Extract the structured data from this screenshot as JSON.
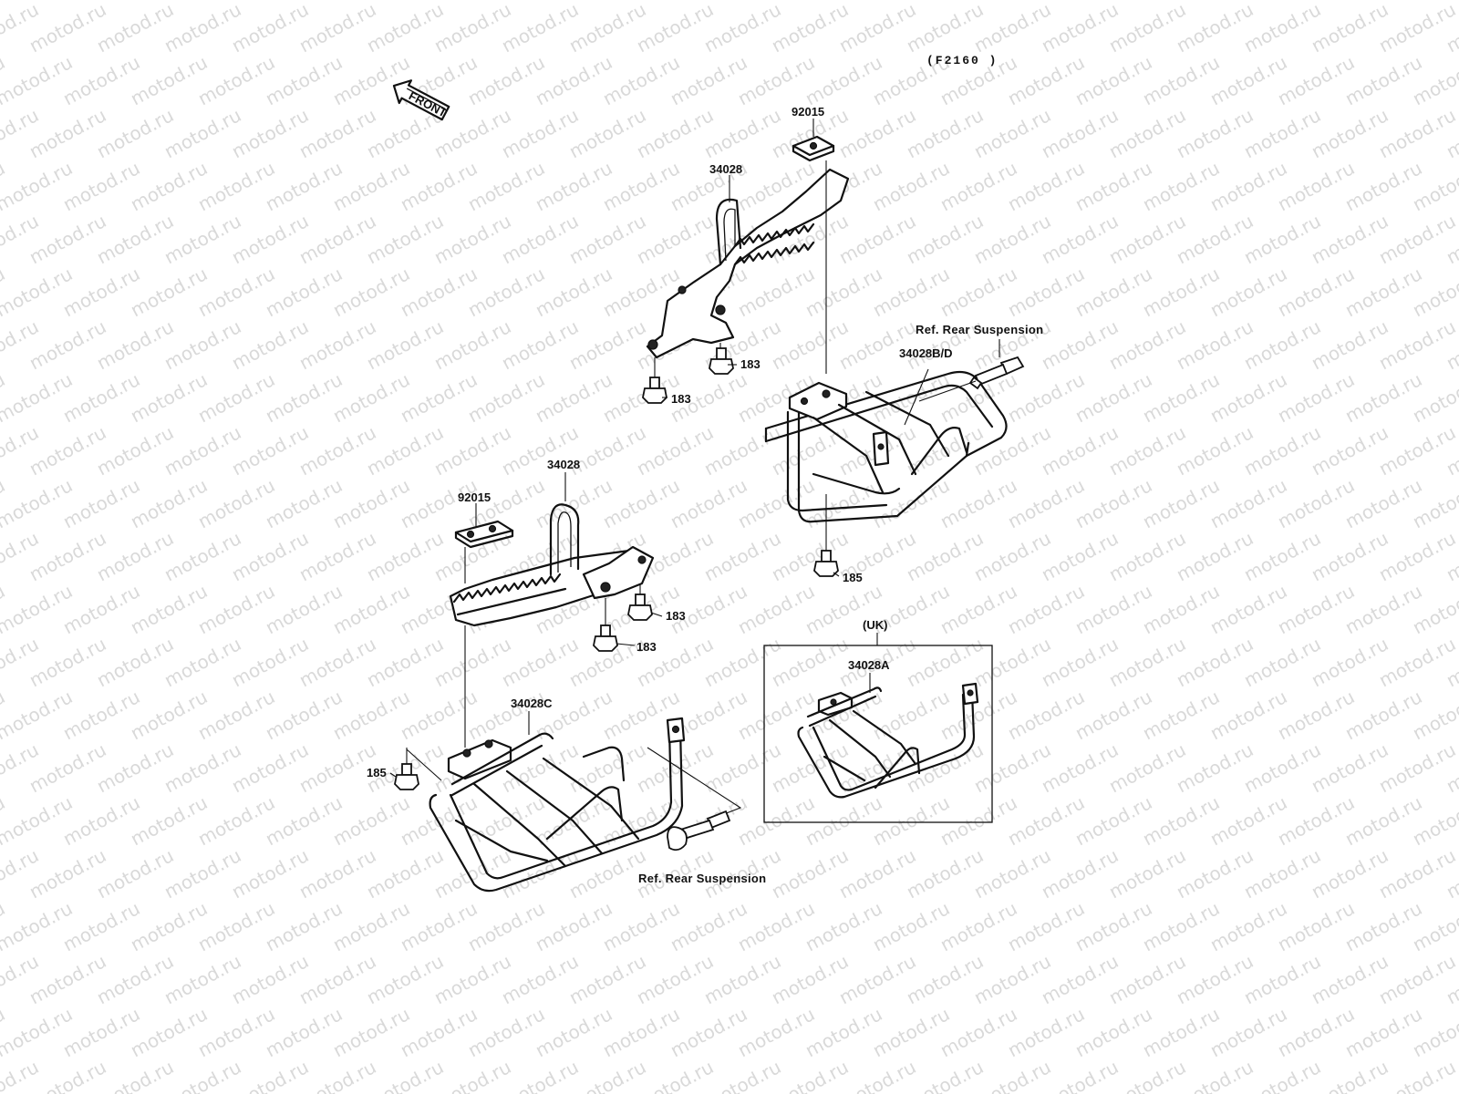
{
  "diagram_code": "(F2160 )",
  "front_marker": "FRONT",
  "watermark": "motod.ru",
  "labels": {
    "upper_bracket": "92015",
    "upper_step": "34028",
    "upper_bolt_a": "183",
    "upper_bolt_b": "183",
    "upper_ref": "Ref. Rear Suspension",
    "upper_guard": "34028B/D",
    "upper_guard_bolt": "185",
    "lower_step": "34028",
    "lower_bracket": "92015",
    "lower_bolt_a": "183",
    "lower_bolt_b": "183",
    "lower_guard": "34028C",
    "lower_guard_bolt": "185",
    "lower_ref": "Ref. Rear Suspension",
    "uk_region": "(UK)",
    "uk_guard": "34028A"
  }
}
